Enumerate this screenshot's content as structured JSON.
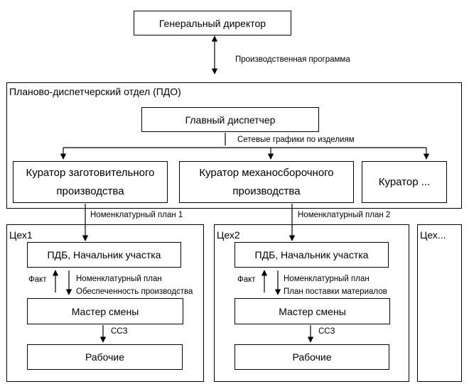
{
  "nodes": {
    "ceo": "Генеральный директор",
    "pdo_title": "Планово-диспетчерский отдел (ПДО)",
    "chief_dispatcher": "Главный диспетчер",
    "curator1": "Куратор заготовительного производства",
    "curator2": "Куратор механосборочного производства",
    "curator3": "Куратор ...",
    "ceh1_title": "Цех1",
    "ceh2_title": "Цех2",
    "ceh3_title": "Цех...",
    "ceh1_pdb": "ПДБ, Начальник участка",
    "ceh1_master": "Мастер смены",
    "ceh1_workers": "Рабочие",
    "ceh2_pdb": "ПДБ, Начальник участка",
    "ceh2_master": "Мастер смены",
    "ceh2_workers": "Рабочие"
  },
  "labels": {
    "production_program": "Производственная программа",
    "network_schedules": "Сетевые графики по изделиям",
    "nomenclature_plan_1": "Номенклатурный план 1",
    "nomenclature_plan_2": "Номенклатурный план 2",
    "ceh1_fact": "Факт",
    "ceh1_nom_plan": "Номенклатурный план",
    "ceh1_provision": "Обеспеченность производства",
    "ceh1_ssz": "ССЗ",
    "ceh2_fact": "Факт",
    "ceh2_nom_plan": "Номенклатурный план",
    "ceh2_supply_plan": "План поставки материалов",
    "ceh2_ssz": "ССЗ"
  }
}
